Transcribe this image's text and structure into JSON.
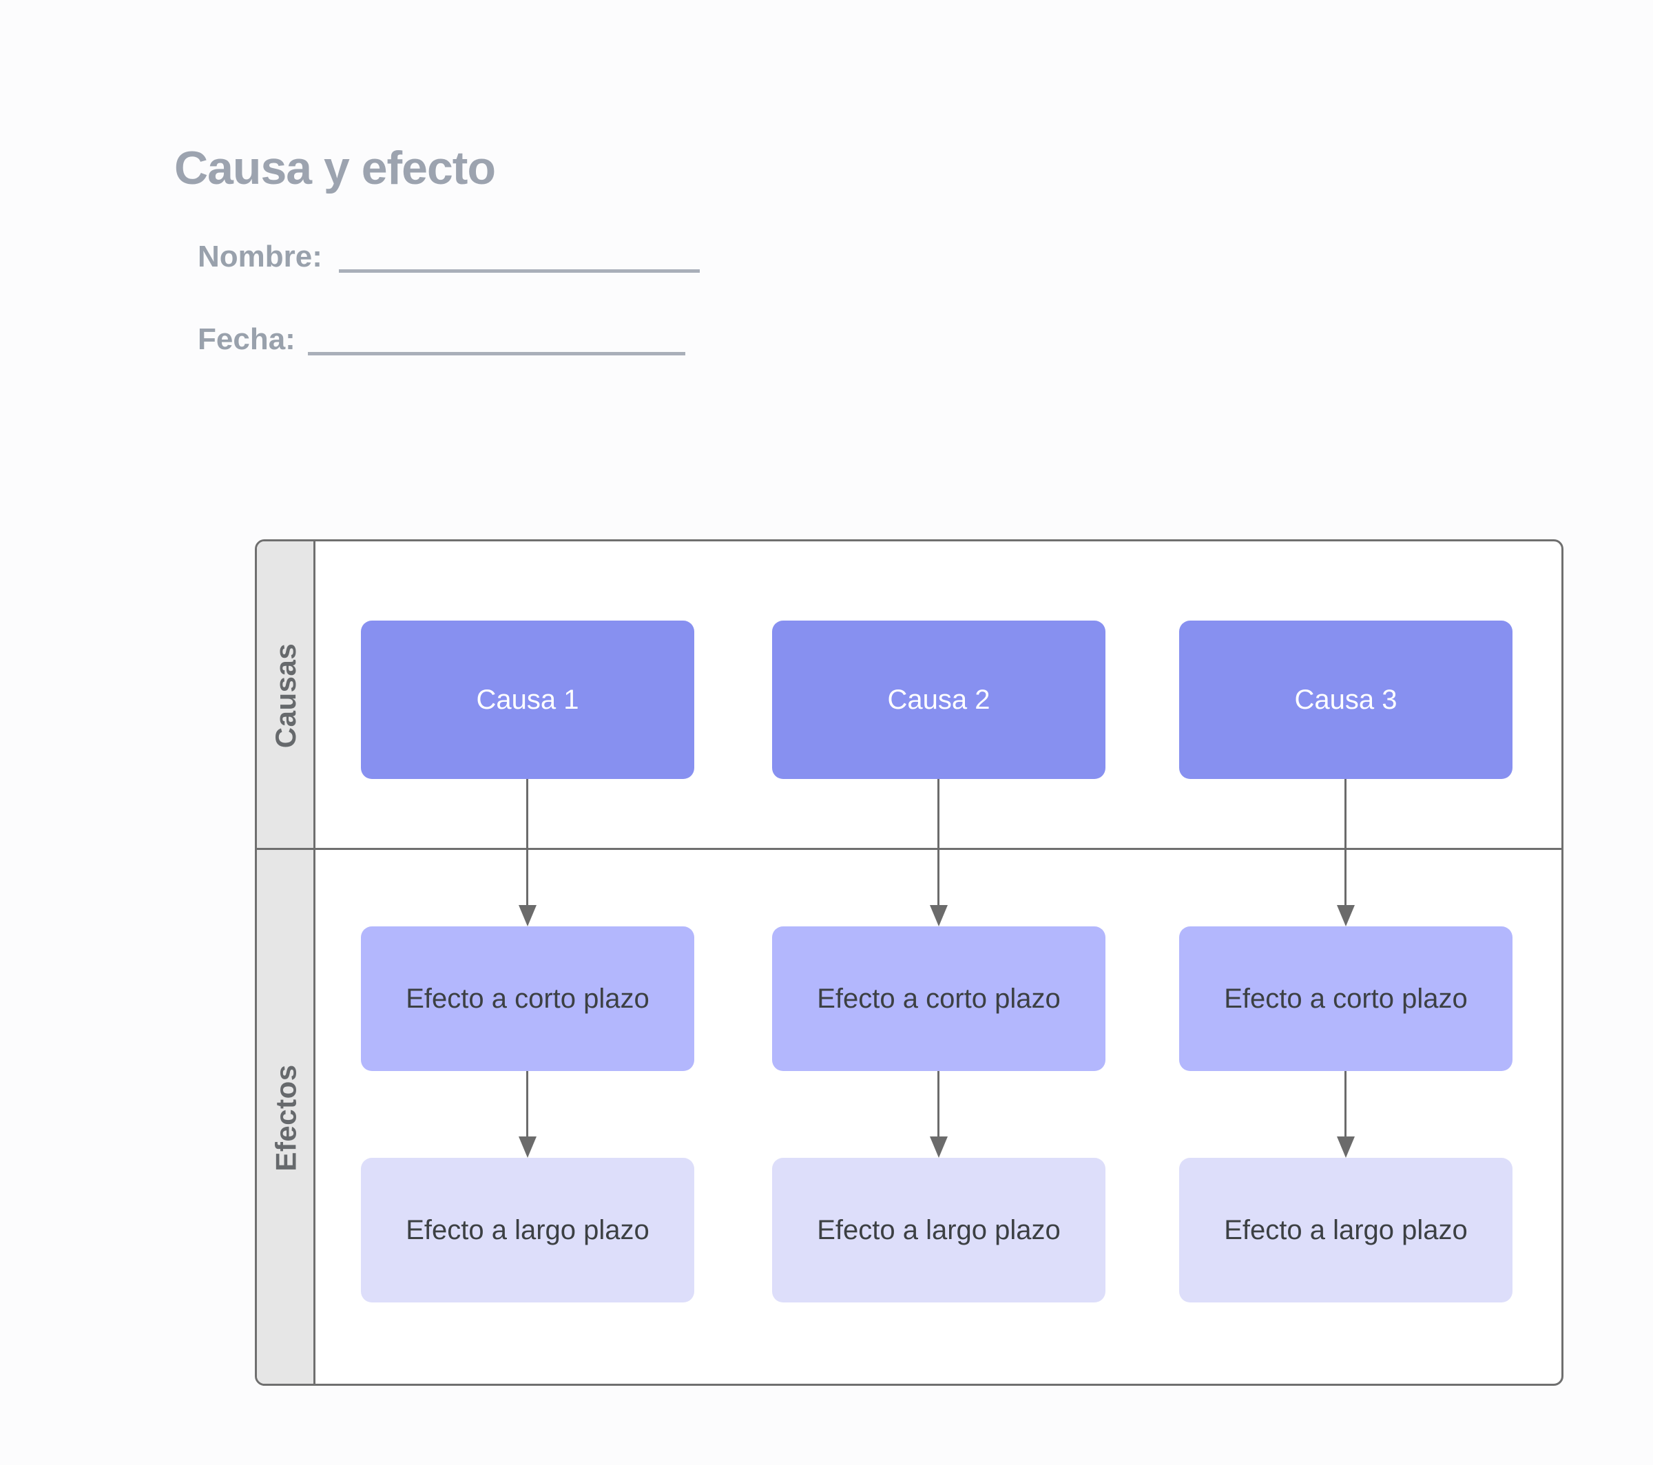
{
  "page": {
    "title": "Causa y efecto"
  },
  "form": {
    "name_label": "Nombre:",
    "name_value": "",
    "date_label": "Fecha:",
    "date_value": ""
  },
  "diagram": {
    "row_headers": {
      "causes": "Causas",
      "effects": "Efectos"
    },
    "columns": [
      {
        "cause": "Causa 1",
        "short_effect": "Efecto a corto plazo",
        "long_effect": "Efecto a largo plazo"
      },
      {
        "cause": "Causa 2",
        "short_effect": "Efecto a corto plazo",
        "long_effect": "Efecto a largo plazo"
      },
      {
        "cause": "Causa 3",
        "short_effect": "Efecto a corto plazo",
        "long_effect": "Efecto a largo plazo"
      }
    ],
    "arrows": [
      {
        "from": "Causa 1",
        "to": "Efecto a corto plazo"
      },
      {
        "from": "Efecto a corto plazo",
        "to": "Efecto a largo plazo"
      },
      {
        "from": "Causa 2",
        "to": "Efecto a corto plazo"
      },
      {
        "from": "Efecto a corto plazo",
        "to": "Efecto a largo plazo"
      },
      {
        "from": "Causa 3",
        "to": "Efecto a corto plazo"
      },
      {
        "from": "Efecto a corto plazo",
        "to": "Efecto a largo plazo"
      }
    ]
  },
  "colors": {
    "cause_box": "#8790F0",
    "short_effect_box": "#B3B7FD",
    "long_effect_box": "#DDDEFA",
    "header_column_fill": "#E6E6E6",
    "table_border": "#6F6F6F",
    "arrow": "#6B6B6B",
    "title_text": "#9CA3AF",
    "form_label_text": "#99A1AC",
    "box_dark_text": "#3C4043",
    "page_background": "#FCFCFD"
  }
}
